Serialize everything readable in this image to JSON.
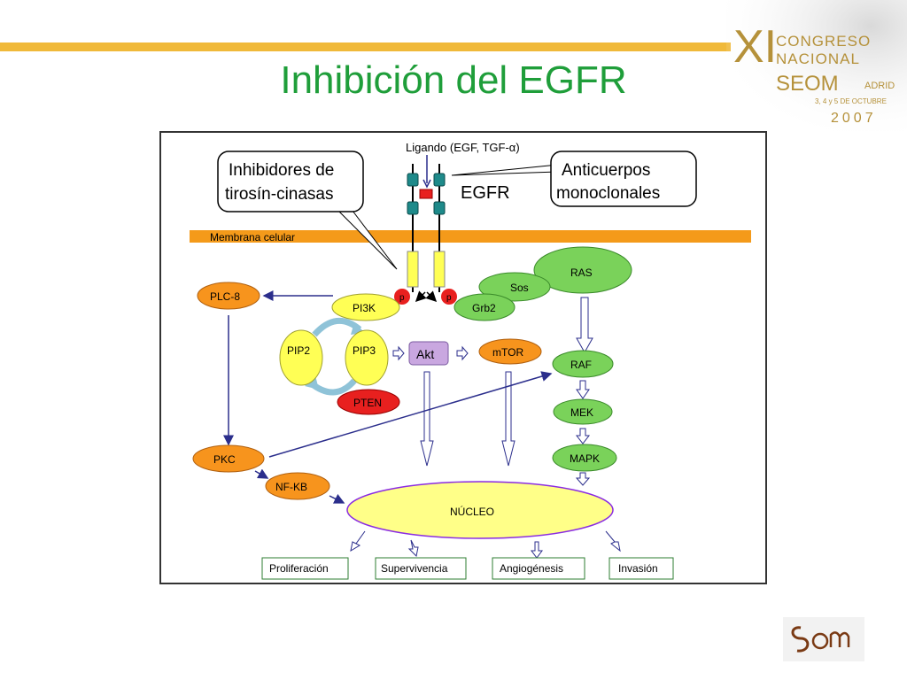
{
  "slide": {
    "title": "Inhibición del EGFR"
  },
  "congress": {
    "roman": "XI",
    "line1": "CONGRESO",
    "line2": "NACIONAL",
    "org": "SEOM",
    "city": "ADRID",
    "dates": "3, 4 y 5 DE OCTUBRE",
    "year": "2007"
  },
  "diagram": {
    "ligand_label": "Ligando (EGF, TGF-α)",
    "receptor_label": "EGFR",
    "membrane_label": "Membrana celular",
    "callout_tki": [
      "Inhibidores de",
      "tirosín-cinasas"
    ],
    "callout_antibodies": [
      "Anticuerpos",
      "monoclonales"
    ],
    "phospho_label": "p",
    "nodes": {
      "plc": "PLC-8",
      "pi3k": "PI3K",
      "pip2": "PIP2",
      "pip3": "PIP3",
      "pten": "PTEN",
      "akt": "Akt",
      "mtor": "mTOR",
      "ras": "RAS",
      "sos": "Sos",
      "grb2": "Grb2",
      "raf": "RAF",
      "mek": "MEK",
      "mapk": "MAPK",
      "pkc": "PKC",
      "nfkb": "NF-KB",
      "nucleus": "NÚCLEO"
    },
    "outcomes": [
      "Proliferación",
      "Supervivencia",
      "Angiogénesis",
      "Invasión"
    ],
    "colors": {
      "membrane": "#f49a1a",
      "orange_node": "#f7941d",
      "green_node": "#7ad25a",
      "yellow_node": "#ffff55",
      "red_node": "#e8201f",
      "nucleus": "#ffff88",
      "akt": "#c9a7e0",
      "arrow_blue": "#2b2e8c",
      "title_green": "#1f9e3a"
    }
  }
}
